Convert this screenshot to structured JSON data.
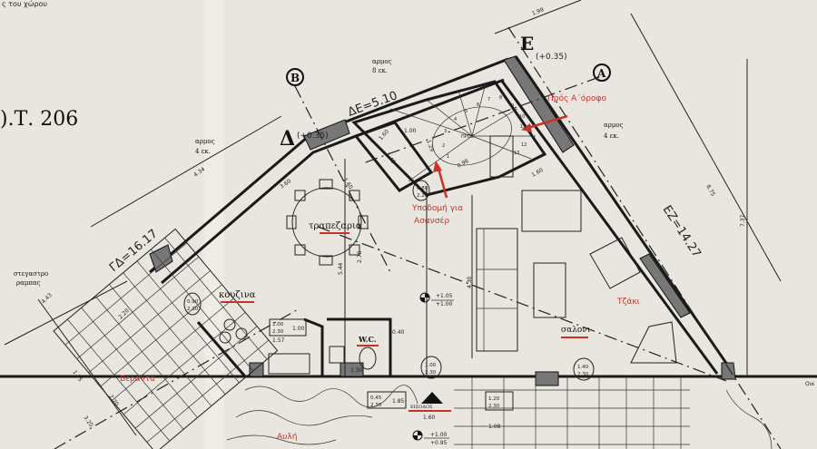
{
  "header": {
    "corner_note": "ς του χώρου",
    "block": ").Τ.  206"
  },
  "points": {
    "d": "Δ",
    "d_level": "(+0.35)",
    "e": "Ε",
    "e_level": "(+0.35)",
    "section_b": "B",
    "section_a": "A"
  },
  "sides": {
    "de": "ΔΕ=5.10",
    "gd": "ΓΔ=16.17",
    "ez": "ΕΖ=14.27"
  },
  "joints": [
    {
      "label": "αρμος",
      "value": "8 εκ."
    },
    {
      "label": "αρμος",
      "value": "4 εκ."
    },
    {
      "label": "αρμος",
      "value": "4 εκ."
    }
  ],
  "canopy": {
    "line1": "στεγαστρο",
    "line2": "ραμπας"
  },
  "rooms": {
    "dining": "τραπεζαρια",
    "kitchen": "κουζινα",
    "living": "σαλονι",
    "wc": "W.C.",
    "entrance": "ΕΙΣΟΔΟΣ",
    "veranda": "Βεράντα",
    "yard": "Αυλή"
  },
  "annotations": {
    "upstairs": "Πρός Α΄όροφο",
    "elevator_1": "Υποδομή για",
    "elevator_2": "Ασανσέρ",
    "fireplace": "Τζάκι"
  },
  "dimensions": {
    "d199": "1.99",
    "d875": "8.75",
    "d737": "7.37",
    "d434": "4.34",
    "d360": "3.60",
    "d160a": "1.60",
    "d145": "1.45",
    "d100": "1.00",
    "d129": "1.29",
    "d096": "0.96",
    "d160b": "1.60",
    "d443": "4.43",
    "d278": "2.78",
    "d544": "5.44",
    "d430": "4.30",
    "d175": "1.75",
    "d270": "2.70",
    "d320": "3.20",
    "d220": "2.20",
    "d157": "1.57",
    "d130": "1.30",
    "d040": "0.40",
    "d185": "1.85",
    "d160c": "1.60",
    "d108": "1.08",
    "d100b": "1.00",
    "neighbor": "Οικ"
  },
  "door_tags": [
    {
      "w": "0.80",
      "h": "2.20"
    },
    {
      "w": "0.90",
      "h": "2.30"
    },
    {
      "w": "1.00",
      "h": "2.30"
    },
    {
      "w": "1.00",
      "h": "2.30"
    },
    {
      "w": "0.45",
      "h": "2.30"
    },
    {
      "w": "1.20",
      "h": "2.30"
    },
    {
      "w": "1.40",
      "h": "2.30"
    }
  ],
  "levels": [
    {
      "top": "+1.05",
      "bottom": "+1.00"
    },
    {
      "top": "+1.00",
      "bottom": "+0.95"
    }
  ],
  "stairs": {
    "steps": [
      "1",
      "2",
      "3",
      "4",
      "5",
      "6",
      "7",
      "8",
      "9",
      "10",
      "11",
      "12",
      "13"
    ],
    "note": "ΠΡΟΣ"
  },
  "colors": {
    "annotation": "#c8322a",
    "paper": "#e8e6de",
    "ink": "#1a1a1a"
  }
}
